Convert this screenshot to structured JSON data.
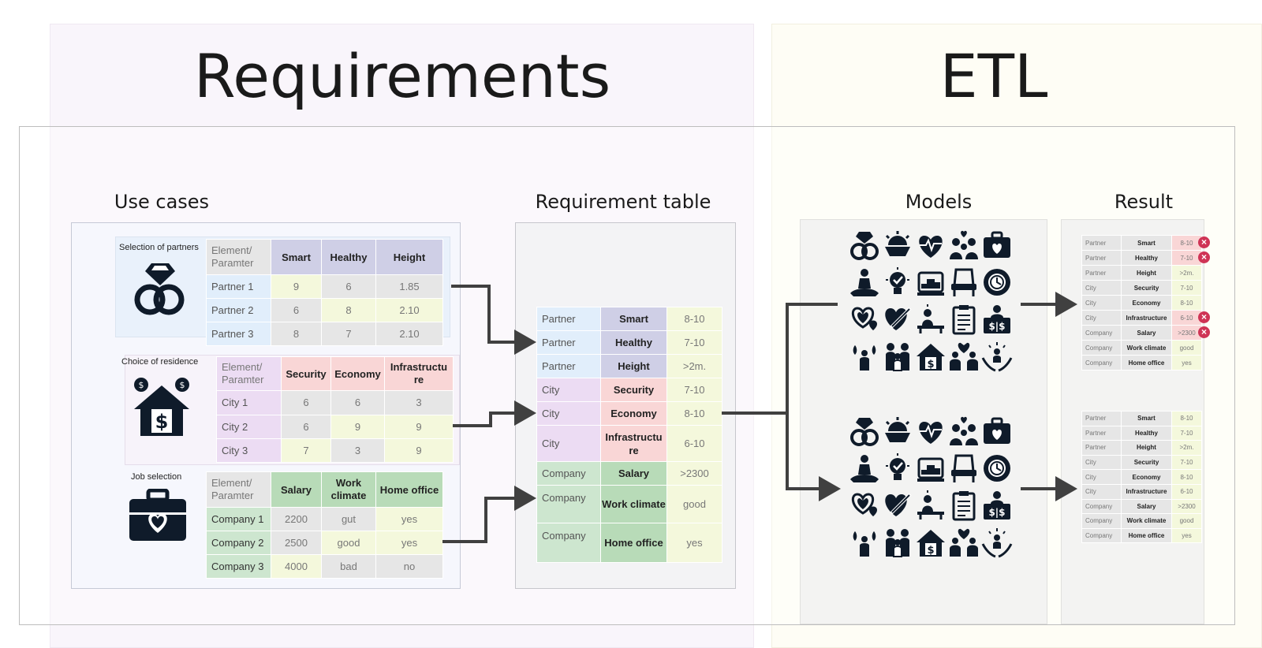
{
  "titles": {
    "requirements": "Requirements",
    "etl": "ETL"
  },
  "sections": {
    "use_cases": "Use cases",
    "req_table": "Requirement table",
    "models": "Models",
    "result": "Result"
  },
  "colors": {
    "req_bg": "#f9f5fb",
    "etl_bg": "#fefdf5",
    "blue_light": "#e1eefb",
    "purple": "#cfcfe6",
    "red": "#f9d6d6",
    "green": "#cde6cf",
    "green_dark": "#b8dbb8",
    "lilac": "#ecdcf3",
    "yellow": "#f4f8dc",
    "grey": "#e6e6e6",
    "icon": "#0f1b2a",
    "x_red": "#cf3456",
    "arrow": "#404040"
  },
  "partners": {
    "caption": "Selection of partners",
    "icon": "rings-icon",
    "header": [
      "Element/ Paramter",
      "Smart",
      "Healthy",
      "Height"
    ],
    "rows": [
      [
        "Partner 1",
        "9",
        "6",
        "1.85"
      ],
      [
        "Partner 2",
        "6",
        "8",
        "2.10"
      ],
      [
        "Partner 3",
        "8",
        "7",
        "2.10"
      ]
    ]
  },
  "residence": {
    "caption": "Choice of residence",
    "icon": "house-dollar-icon",
    "header": [
      "Element/ Paramter",
      "Security",
      "Economy",
      "Infrastructu re"
    ],
    "rows": [
      [
        "City 1",
        "6",
        "6",
        "3"
      ],
      [
        "City 2",
        "6",
        "9",
        "9"
      ],
      [
        "City 3",
        "7",
        "3",
        "9"
      ]
    ]
  },
  "job": {
    "caption": "Job selection",
    "icon": "briefcase-heart-icon",
    "header": [
      "Element/ Paramter",
      "Salary",
      "Work climate",
      "Home office"
    ],
    "rows": [
      [
        "Company 1",
        "2200",
        "gut",
        "yes"
      ],
      [
        "Company 2",
        "2500",
        "good",
        "yes"
      ],
      [
        "Company 3",
        "4000",
        "bad",
        "no"
      ]
    ]
  },
  "requirement_table": [
    [
      "Partner",
      "Smart",
      "8-10"
    ],
    [
      "Partner",
      "Healthy",
      "7-10"
    ],
    [
      "Partner",
      "Height",
      ">2m."
    ],
    [
      "City",
      "Security",
      "7-10"
    ],
    [
      "City",
      "Economy",
      "8-10"
    ],
    [
      "City",
      "Infrastructu re",
      "6-10"
    ],
    [
      "Company",
      "Salary",
      ">2300"
    ],
    [
      "Company",
      "Work climate",
      "good"
    ],
    [
      "Company",
      "Home office",
      "yes"
    ]
  ],
  "model_icons": [
    "rings-icon",
    "handshake-sun-icon",
    "heartbeat-icon",
    "family-heart-icon",
    "briefcase-heart-icon",
    "meditation-icon",
    "idea-bulb-icon",
    "podium-icon",
    "armchair-icon",
    "clock-wheel-icon",
    "heart-balloon-icon",
    "heart-pen-icon",
    "desk-person-icon",
    "clipboard-icon",
    "presenter-dollar-icon",
    "plant-person-icon",
    "family-icon",
    "house-dollar-icon",
    "people-heart-icon",
    "hands-person-icon"
  ],
  "result_top": [
    [
      "Partner",
      "Smart",
      "8-10",
      "x"
    ],
    [
      "Partner",
      "Healthy",
      "7-10",
      "x"
    ],
    [
      "Partner",
      "Height",
      ">2m.",
      ""
    ],
    [
      "City",
      "Security",
      "7-10",
      ""
    ],
    [
      "City",
      "Economy",
      "8-10",
      ""
    ],
    [
      "City",
      "Infrastructure",
      "6-10",
      "x"
    ],
    [
      "Company",
      "Salary",
      ">2300",
      "x"
    ],
    [
      "Company",
      "Work climate",
      "good",
      ""
    ],
    [
      "Company",
      "Home office",
      "yes",
      ""
    ]
  ],
  "result_bottom": [
    [
      "Partner",
      "Smart",
      "8-10"
    ],
    [
      "Partner",
      "Healthy",
      "7-10"
    ],
    [
      "Partner",
      "Height",
      ">2m."
    ],
    [
      "City",
      "Security",
      "7-10"
    ],
    [
      "City",
      "Economy",
      "8-10"
    ],
    [
      "City",
      "Infrastructure",
      "6-10"
    ],
    [
      "Company",
      "Salary",
      ">2300"
    ],
    [
      "Company",
      "Work climate",
      "good"
    ],
    [
      "Company",
      "Home office",
      "yes"
    ]
  ]
}
